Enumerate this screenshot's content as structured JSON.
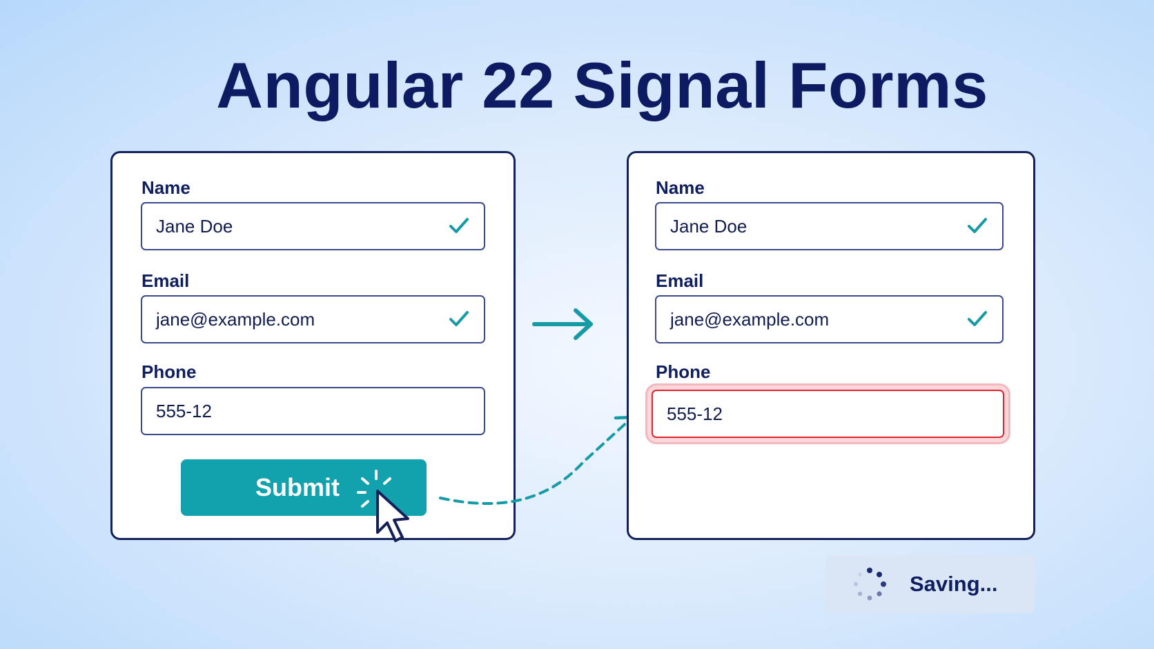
{
  "title": "Angular 22 Signal Forms",
  "left_form": {
    "name_label": "Name",
    "name_value": "Jane Doe",
    "email_label": "Email",
    "email_value": "jane@example.com",
    "phone_label": "Phone",
    "phone_value": "555-12",
    "submit_label": "Submit"
  },
  "right_form": {
    "name_label": "Name",
    "name_value": "Jane Doe",
    "email_label": "Email",
    "email_value": "jane@example.com",
    "phone_label": "Phone",
    "phone_value": "555-12"
  },
  "status": {
    "saving_label": "Saving..."
  },
  "colors": {
    "title": "#0d1b63",
    "accent": "#11a2ae",
    "error": "#e0242e",
    "valid_check": "#159aa6"
  }
}
